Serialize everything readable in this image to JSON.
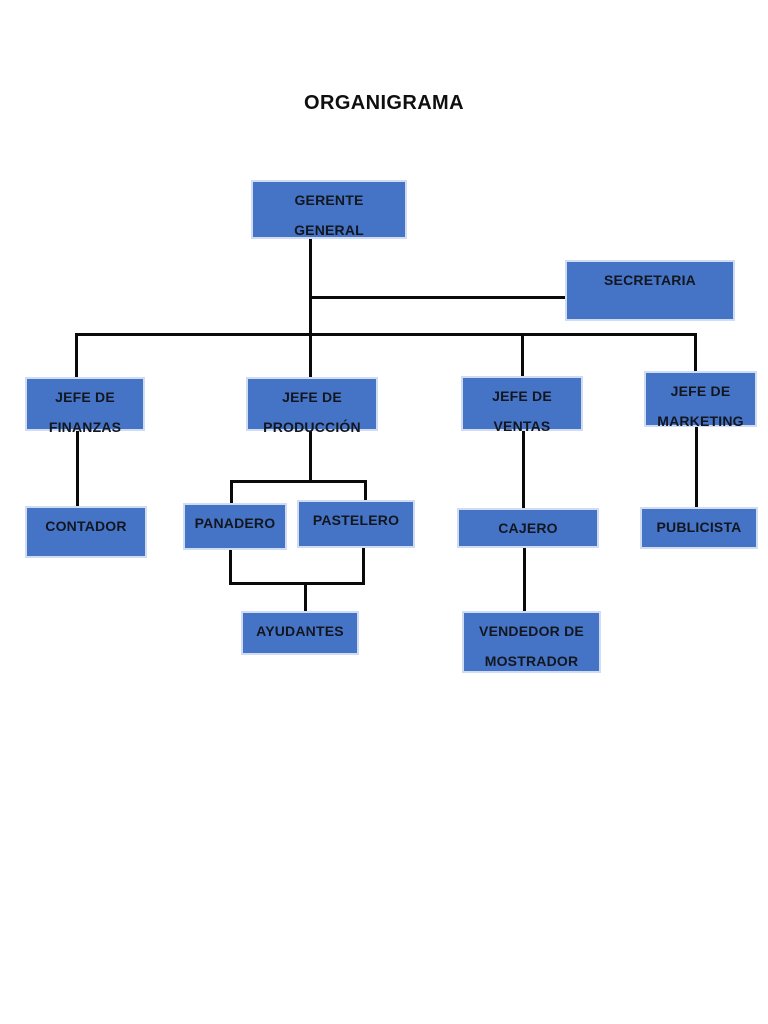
{
  "org": {
    "title": "ORGANIGRAMA",
    "colors": {
      "box_fill": "#4574c7",
      "box_border": "#cfdcf2",
      "connector": "#0a0a0a",
      "text": "#12161f"
    },
    "nodes": {
      "gerente_general": {
        "line1": "GERENTE",
        "line2": "GENERAL"
      },
      "secretaria": {
        "line1": "SECRETARIA"
      },
      "jefe_finanzas": {
        "line1": "JEFE DE",
        "line2": "FINANZAS"
      },
      "jefe_produccion": {
        "line1": "JEFE DE",
        "line2": "PRODUCCIÓN"
      },
      "jefe_ventas": {
        "line1": "JEFE DE",
        "line2": "VENTAS"
      },
      "jefe_marketing": {
        "line1": "JEFE DE",
        "line2": "MARKETING"
      },
      "contador": {
        "line1": "CONTADOR"
      },
      "panadero": {
        "line1": "PANADERO"
      },
      "pastelero": {
        "line1": "PASTELERO"
      },
      "cajero": {
        "line1": "CAJERO"
      },
      "publicista": {
        "line1": "PUBLICISTA"
      },
      "ayudantes": {
        "line1": "AYUDANTES"
      },
      "vendedor_mostrador": {
        "line1": "VENDEDOR DE",
        "line2": "MOSTRADOR"
      }
    }
  }
}
